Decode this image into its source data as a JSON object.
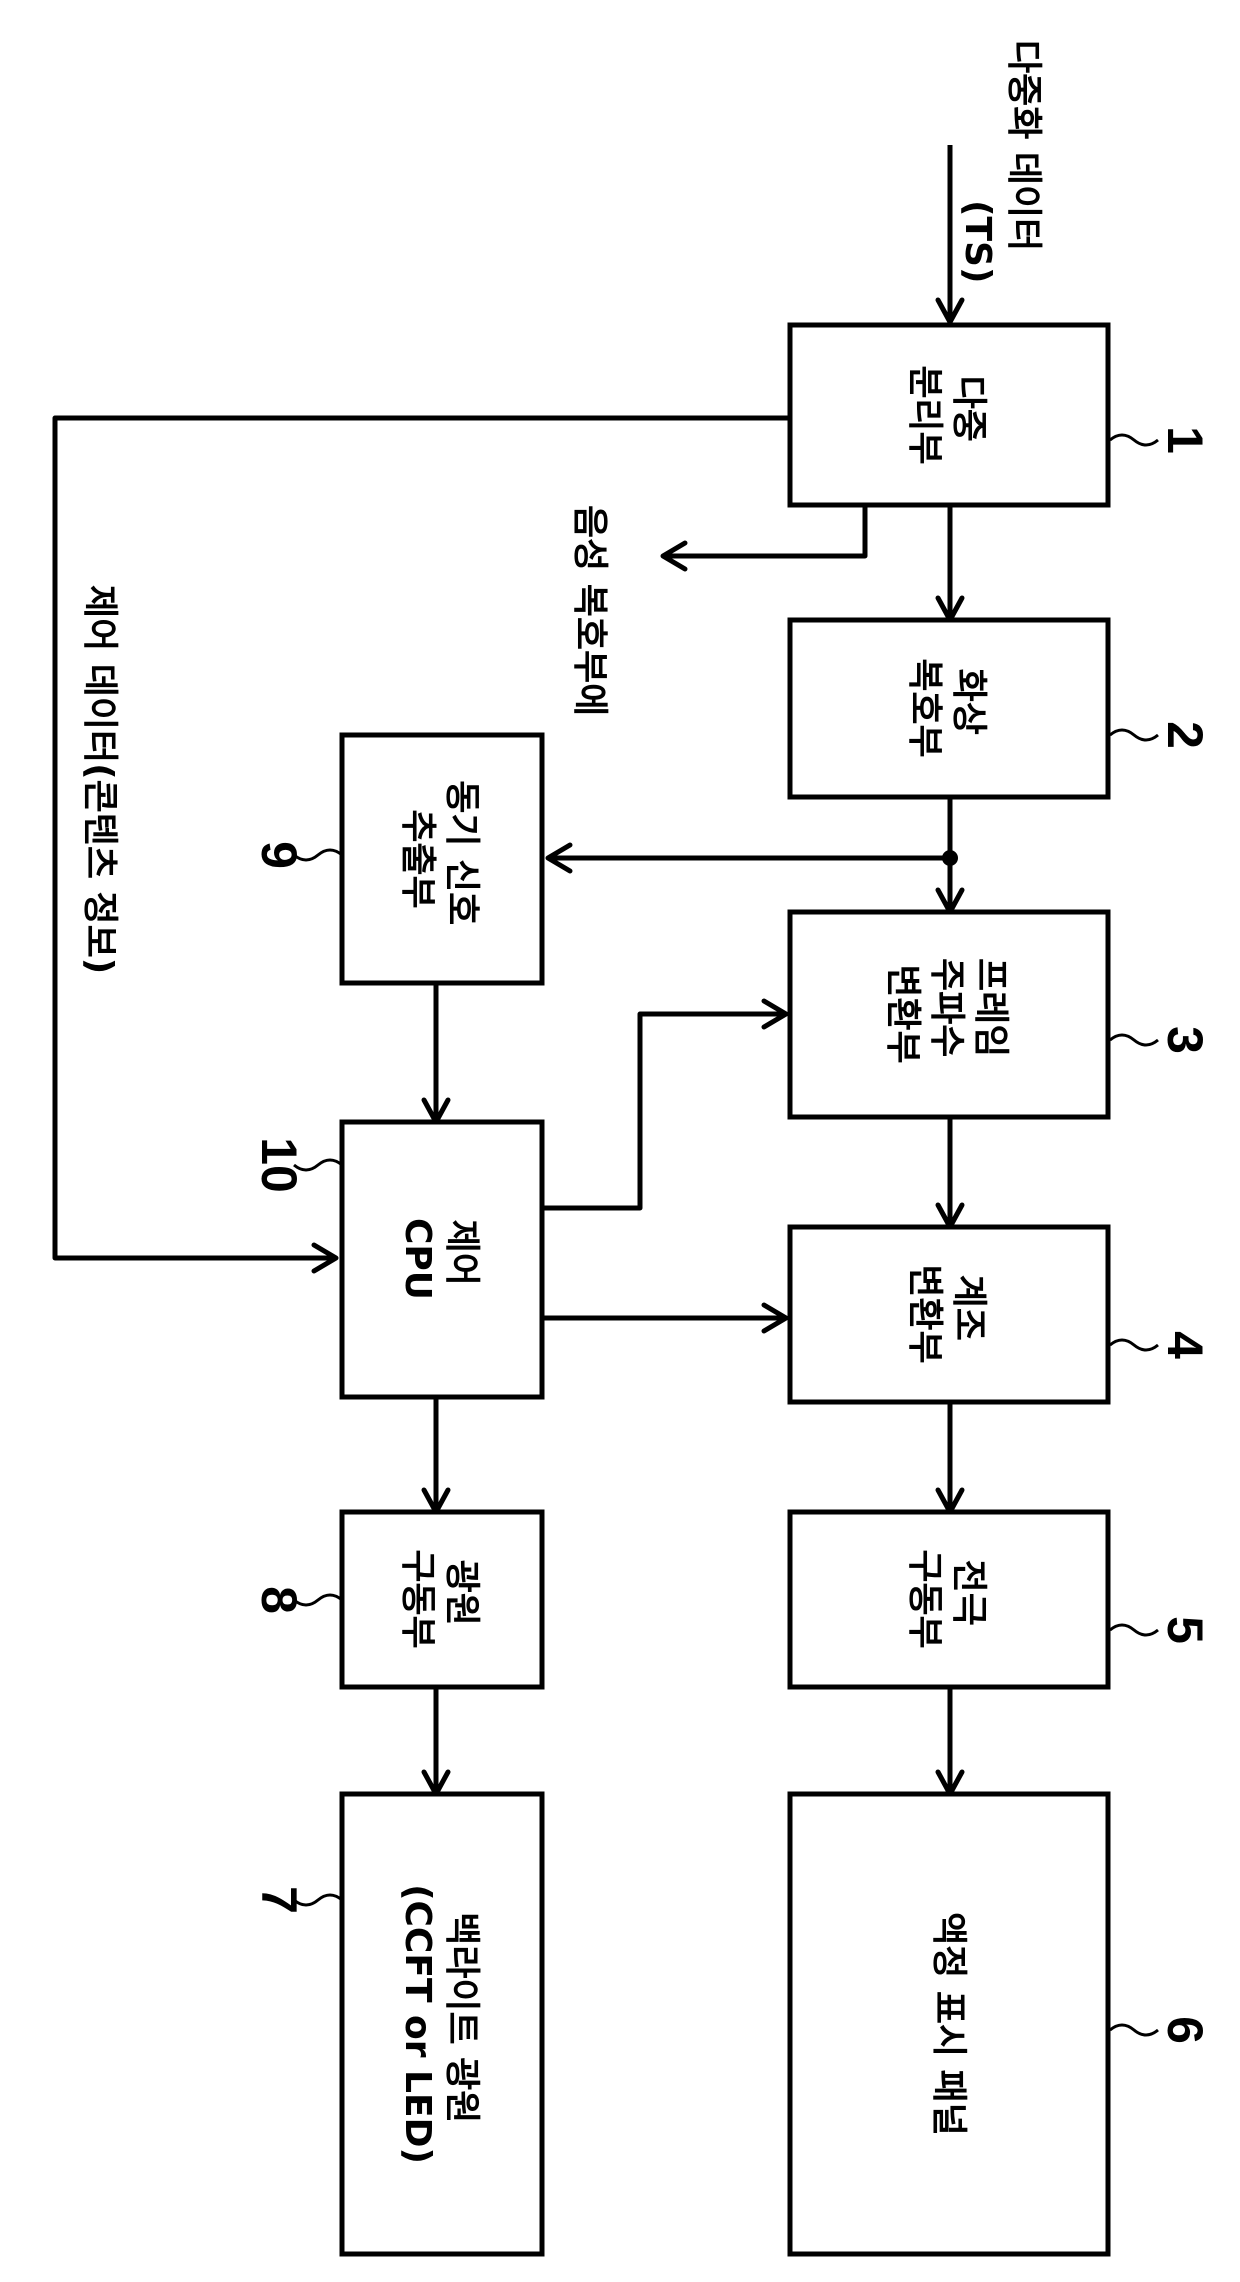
{
  "blocks": [
    {
      "number": "1",
      "lines": [
        "다중",
        "분리부"
      ]
    },
    {
      "number": "2",
      "lines": [
        "화상",
        "복호부"
      ]
    },
    {
      "number": "3",
      "lines": [
        "프레임",
        "주파수",
        "변환부"
      ]
    },
    {
      "number": "4",
      "lines": [
        "계조",
        "변환부"
      ]
    },
    {
      "number": "5",
      "lines": [
        "전극",
        "구동부"
      ]
    },
    {
      "number": "6",
      "lines": [
        "액정 표시 패널"
      ]
    },
    {
      "number": "7",
      "lines": [
        "백라이트 광원",
        "(CCFT or LED)"
      ]
    },
    {
      "number": "8",
      "lines": [
        "광원",
        "구동부"
      ]
    },
    {
      "number": "9",
      "lines": [
        "동기 신호",
        "추출부"
      ]
    },
    {
      "number": "10",
      "lines": [
        "제어",
        "CPU"
      ]
    }
  ],
  "signals": {
    "input_line1": "다중화 데이터",
    "input_line2": "(TS)",
    "audio_out": "음성 복호부에",
    "control_data": "제어 데이터(콘텐츠 정보)"
  }
}
